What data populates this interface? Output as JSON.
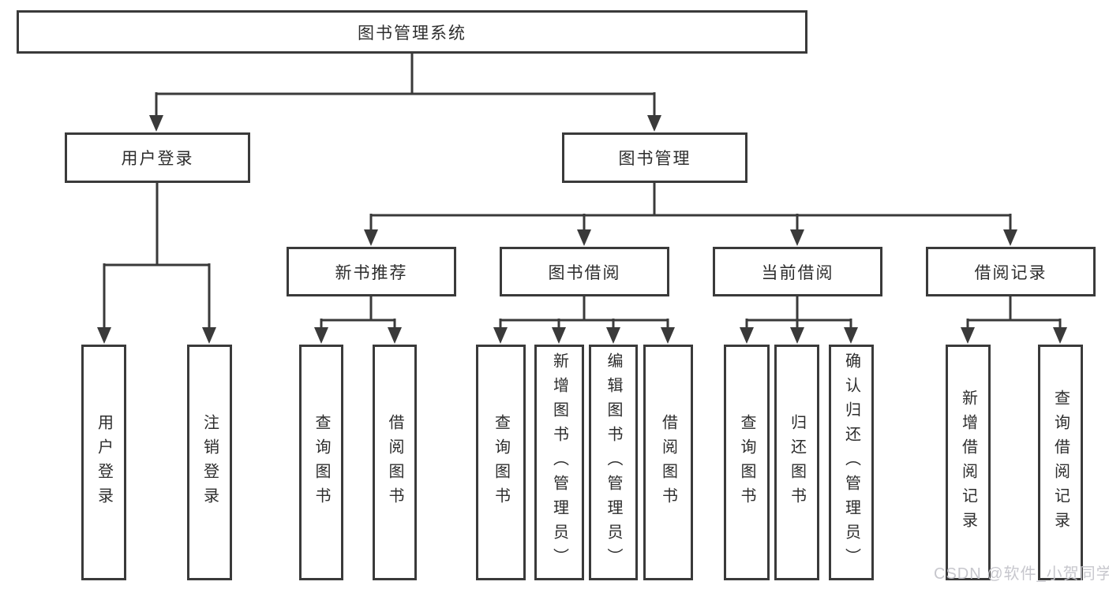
{
  "diagram": {
    "tree": {
      "root": {
        "label": "图书管理系统"
      },
      "branches": [
        {
          "label": "用户登录",
          "children": [
            {
              "label": "用户登录"
            },
            {
              "label": "注销登录"
            }
          ]
        },
        {
          "label": "图书管理",
          "children": [
            {
              "label": "新书推荐",
              "children": [
                {
                  "label": "查询图书"
                },
                {
                  "label": "借阅图书"
                }
              ]
            },
            {
              "label": "图书借阅",
              "children": [
                {
                  "label": "查询图书"
                },
                {
                  "label": "新增图书（管理员）"
                },
                {
                  "label": "编辑图书（管理员）"
                },
                {
                  "label": "借阅图书"
                }
              ]
            },
            {
              "label": "当前借阅",
              "children": [
                {
                  "label": "查询图书"
                },
                {
                  "label": "归还图书"
                },
                {
                  "label": "确认归还（管理员）"
                }
              ]
            },
            {
              "label": "借阅记录",
              "children": [
                {
                  "label": "新增借阅记录"
                },
                {
                  "label": "查询借阅记录"
                }
              ]
            }
          ]
        }
      ]
    },
    "colors": {
      "line": "#3a3a3a",
      "text": "#2d2d2d",
      "background": "#ffffff",
      "watermark": "#c4c4ca"
    }
  },
  "watermark": {
    "text": "CSDN @软件_小贺同学"
  }
}
